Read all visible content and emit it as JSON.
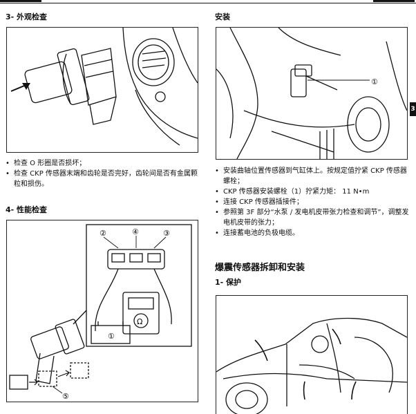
{
  "tab": "3",
  "left": {
    "sec1": {
      "title": "3- 外观检查"
    },
    "bullets1": [
      "检查 O 形圈是否损坏；",
      "检查 CKP 传感器末端和齿轮是否完好，齿轮间是否有金属颗粒和损伤。"
    ],
    "sec2": {
      "title": "4- 性能检查"
    },
    "fig2_callouts": {
      "c1": "①",
      "c2": "②",
      "c3": "③",
      "c4": "④",
      "c5": "⑤",
      "ohm": "Ω"
    }
  },
  "right": {
    "sec1": {
      "title": "安装"
    },
    "fig1_callouts": {
      "c1": "①"
    },
    "bullets1": [
      "安装曲轴位置传感器到气缸体上。按规定值拧紧 CKP 传感器螺栓；",
      "CKP 传感器安装螺栓（1）拧紧力矩： 11 N•m",
      "连接 CKP 传感器插接件；",
      "参照第 3F 部分“水泵 / 发电机皮带张力检查和调节”，调整发电机皮带的张力；",
      "连接蓄电池的负极电缆。"
    ],
    "sec2": {
      "title": "爆震传感器拆卸和安装"
    },
    "sec3": {
      "title": "1- 保护"
    }
  }
}
